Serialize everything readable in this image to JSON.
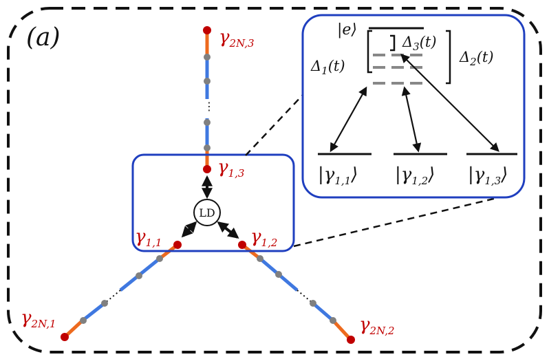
{
  "panel_label": "(a)",
  "center_node_label": "LD",
  "colors": {
    "orange": "#ed6a1e",
    "blue": "#3f78e0",
    "red": "#c00000",
    "gray_dot": "#808080",
    "box_blue": "#1f3fbf",
    "black": "#111111"
  },
  "labels": {
    "gamma_top_end": {
      "base": "γ",
      "sub": "2N,3"
    },
    "gamma_top_start": {
      "base": "γ",
      "sub": "1,3"
    },
    "gamma_left_start": {
      "base": "γ",
      "sub": "1,1"
    },
    "gamma_right_start": {
      "base": "γ",
      "sub": "1,2"
    },
    "gamma_left_end": {
      "base": "γ",
      "sub": "2N,1"
    },
    "gamma_right_end": {
      "base": "γ",
      "sub": "2N,2"
    }
  },
  "inset": {
    "excited_state": "|e⟩",
    "detunings": {
      "d1": {
        "base": "Δ",
        "sub": "1",
        "arg": "(t)"
      },
      "d2": {
        "base": "Δ",
        "sub": "2",
        "arg": "(t)"
      },
      "d3": {
        "base": "Δ",
        "sub": "3",
        "arg": "(t)"
      }
    },
    "ground_states": [
      {
        "base": "|γ",
        "sub": "1,1",
        "close": "⟩"
      },
      {
        "base": "|γ",
        "sub": "1,2",
        "close": "⟩"
      },
      {
        "base": "|γ",
        "sub": "1,3",
        "close": "⟩"
      }
    ]
  }
}
